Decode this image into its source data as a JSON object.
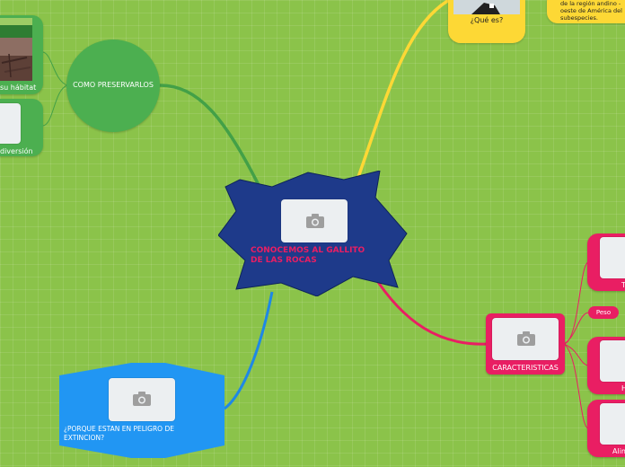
{
  "central": {
    "title": "CONOCEMOS AL GALLITO DE LAS ROCAS"
  },
  "branches": {
    "preservar": {
      "label": "COMO PRESERVARLOS"
    },
    "habitat": {
      "label": "su hábitat"
    },
    "diversion": {
      "label": "diversión"
    },
    "que_es": {
      "label": "¿Qué es?"
    },
    "descripcion": {
      "lines": [
        "de la región andino -",
        "oeste de América del",
        "subespecies."
      ]
    },
    "caracteristicas": {
      "label": "CARACTERISTICAS"
    },
    "peso": {
      "label": "Peso"
    },
    "tamano": {
      "label": "T"
    },
    "habitat2": {
      "label": "H"
    },
    "alimentacion": {
      "label": "Alim"
    },
    "extincion": {
      "label": "¿PORQUE ESTAN EN PELIGRO DE EXTINCION?"
    }
  },
  "colors": {
    "background": "#8bc34a",
    "central": "#1e3a8a",
    "green": "#4caf50",
    "yellow": "#fdd835",
    "pink": "#e91e63",
    "blue": "#2196f3"
  }
}
